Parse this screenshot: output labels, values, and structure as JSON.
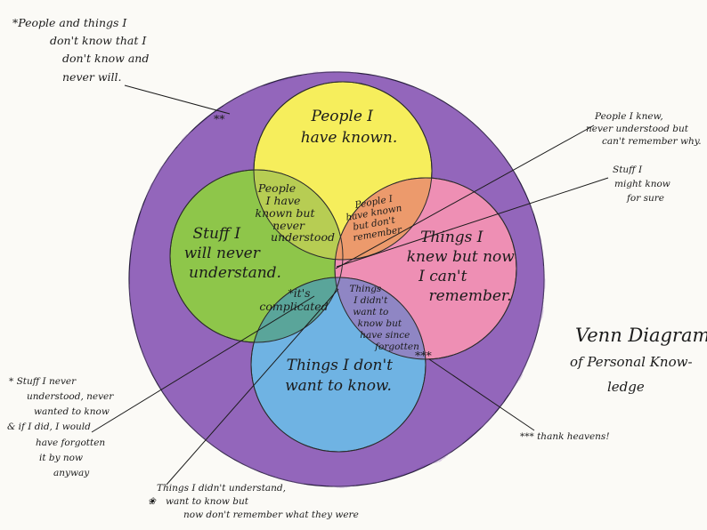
{
  "colors": {
    "outer": "#8a5cb5",
    "yellow": "#f6ee5c",
    "green": "#8ec64a",
    "pink": "#ee8fb4",
    "blue": "#6fb3e3",
    "yellow_green": "#b7cd53",
    "yellow_pink": "#ec9a6c",
    "green_blue": "#5aa59a",
    "pink_blue": "#8f86c4",
    "ink": "#1b1b1b"
  },
  "regions": {
    "yellow": [
      "People I",
      "have known."
    ],
    "green": [
      "Stuff I",
      "will never",
      "understand."
    ],
    "pink": [
      "Things I",
      "knew but now",
      "I can't",
      "remember."
    ],
    "blue": [
      "Things I don't",
      "want to know."
    ],
    "yellow_green": [
      "People",
      "I have",
      "known but",
      "never",
      "understood"
    ],
    "yellow_pink": [
      "People I",
      "have known",
      "but don't",
      "remember"
    ],
    "green_blue": [
      "*it's",
      "complicated"
    ],
    "pink_blue": [
      "Things",
      "I didn't",
      "want to",
      "know but",
      "have since",
      "forgotten"
    ],
    "pink_blue_marker": "***",
    "outer_marker": "**"
  },
  "annotations": {
    "top_left": [
      "*People and things I",
      "don't know that I",
      "don't know and",
      "never will."
    ],
    "top_right": [
      "People I knew,",
      "never understood but",
      "can't remember why."
    ],
    "right": [
      "Stuff I",
      "might know",
      "for sure"
    ],
    "left": [
      "* Stuff I never",
      "understood, never",
      "wanted to know",
      "& if I did, I would",
      "have forgotten",
      "it by now",
      "anyway"
    ],
    "bottom": [
      "Things I didn't understand,",
      "want to know but",
      "now don't remember what they were"
    ],
    "bottom_marker": "❀",
    "bottom_right": "*** thank heavens!"
  },
  "title": {
    "line1": "Venn Diagram",
    "line2": "of  Personal Know-",
    "line3": "ledge"
  }
}
